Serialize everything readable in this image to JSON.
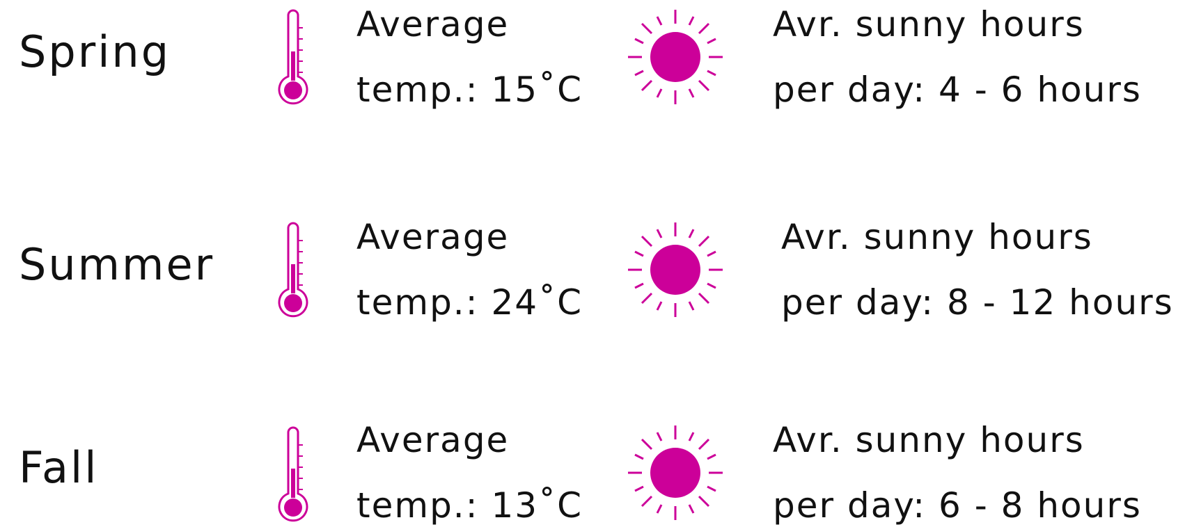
{
  "accent_color": "#cc0099",
  "seasons": [
    {
      "name": "Spring",
      "temp_line_1": "Average",
      "temp_line_2": "temp.: 15˚C",
      "sun_line_1": "Avr. sunny hours",
      "sun_line_2": "per day: 4 - 6 hours",
      "temp_icon": "thermometer-icon",
      "sun_icon": "sun-icon"
    },
    {
      "name": "Summer",
      "temp_line_1": "Average",
      "temp_line_2": "temp.: 24˚C",
      "sun_line_1": "Avr. sunny hours",
      "sun_line_2": "per day: 8 - 12 hours",
      "temp_icon": "thermometer-icon",
      "sun_icon": "sun-icon"
    },
    {
      "name": "Fall",
      "temp_line_1": "Average",
      "temp_line_2": "temp.: 13˚C",
      "sun_line_1": "Avr. sunny hours",
      "sun_line_2": "per day: 6 - 8 hours",
      "temp_icon": "thermometer-icon",
      "sun_icon": "sun-icon"
    }
  ]
}
